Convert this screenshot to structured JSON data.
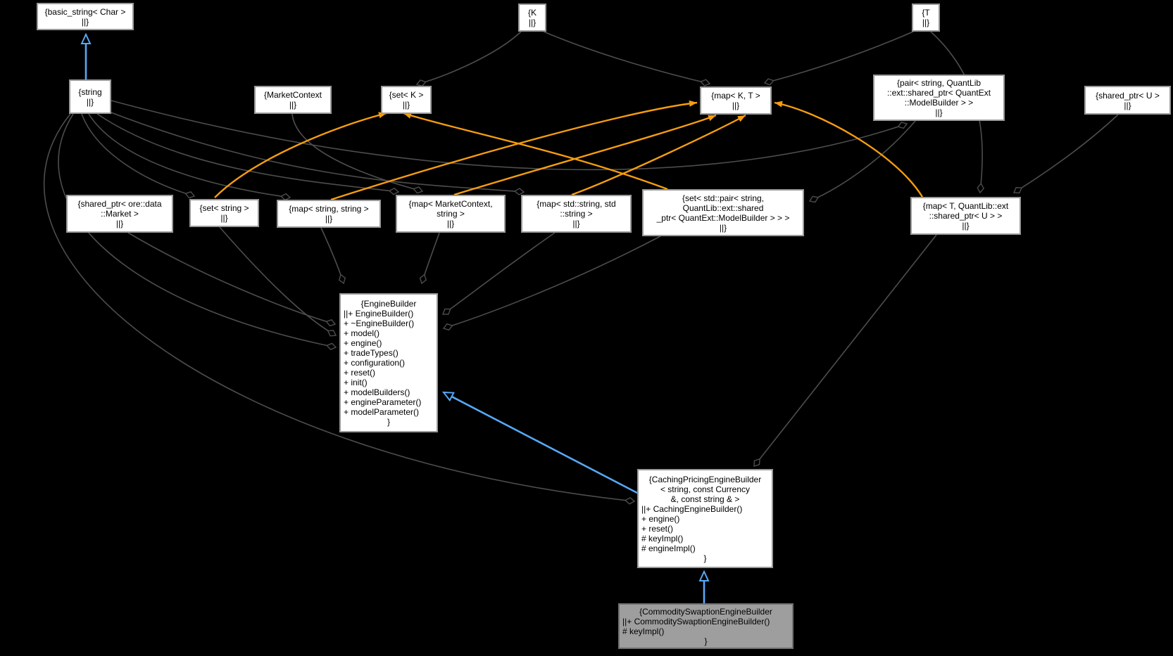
{
  "diagram": {
    "kind": "doxygen-uml-collaboration-graph",
    "colors": {
      "background": "#000000",
      "node_fill": "#ffffff",
      "node_border": "#9a9a9a",
      "highlighted_node_fill": "#9e9e9e",
      "aggregation_edge": "#4d4d4d",
      "template_edge": "#f59d0f",
      "inheritance_edge": "#57a8f5",
      "text": "#000000"
    },
    "nodes": [
      {
        "id": "basic_string",
        "highlighted": false,
        "lines": [
          "{basic_string< Char >",
          "||}"
        ]
      },
      {
        "id": "K",
        "highlighted": false,
        "lines": [
          "{K",
          "||}"
        ]
      },
      {
        "id": "T",
        "highlighted": false,
        "lines": [
          "{T",
          "||}"
        ]
      },
      {
        "id": "string",
        "highlighted": false,
        "lines": [
          "{string",
          "||}"
        ]
      },
      {
        "id": "MarketContext",
        "highlighted": false,
        "lines": [
          "{MarketContext",
          "||}"
        ]
      },
      {
        "id": "set_K",
        "highlighted": false,
        "lines": [
          "{set< K >",
          "||}"
        ]
      },
      {
        "id": "map_K_T",
        "highlighted": false,
        "lines": [
          "{map< K, T >",
          "||}"
        ]
      },
      {
        "id": "pair_string_modelbuilder",
        "highlighted": false,
        "lines": [
          "{pair< string, QuantLib",
          "::ext::shared_ptr< QuantExt",
          "::ModelBuilder > >",
          "||}"
        ]
      },
      {
        "id": "shared_ptr_U",
        "highlighted": false,
        "lines": [
          "{shared_ptr< U >",
          "||}"
        ]
      },
      {
        "id": "shared_ptr_market",
        "highlighted": false,
        "lines": [
          "{shared_ptr< ore::data",
          "::Market >",
          "||}"
        ]
      },
      {
        "id": "set_string",
        "highlighted": false,
        "lines": [
          "{set< string >",
          "||}"
        ]
      },
      {
        "id": "map_string_string",
        "highlighted": false,
        "lines": [
          "{map< string, string >",
          "||}"
        ]
      },
      {
        "id": "map_marketcontext_string",
        "highlighted": false,
        "lines": [
          "{map< MarketContext,",
          "string >",
          "||}"
        ]
      },
      {
        "id": "map_stdstring_stdstring",
        "highlighted": false,
        "lines": [
          "{map< std::string, std",
          "::string >",
          "||}"
        ]
      },
      {
        "id": "set_pair_modelbuilder",
        "highlighted": false,
        "lines": [
          "{set< std::pair< string,",
          "QuantLib::ext::shared",
          "_ptr< QuantExt::ModelBuilder > > >",
          "||}"
        ]
      },
      {
        "id": "map_T_shared_ptr_U",
        "highlighted": false,
        "lines": [
          "{map< T, QuantLib::ext",
          "::shared_ptr< U > >",
          "||}"
        ]
      },
      {
        "id": "EngineBuilder",
        "highlighted": false,
        "lines": [
          "{EngineBuilder",
          "||+ EngineBuilder()",
          "+ ~EngineBuilder()",
          "+ model()",
          "+ engine()",
          "+ tradeTypes()",
          "+ configuration()",
          "+ reset()",
          "+ init()",
          "+ modelBuilders()",
          "+ engineParameter()",
          "+ modelParameter()",
          "}"
        ]
      },
      {
        "id": "CachingPricingEngineBuilder",
        "highlighted": false,
        "lines": [
          "{CachingPricingEngineBuilder",
          "< string, const Currency",
          "&, const string & >",
          "||+ CachingEngineBuilder()",
          "+ engine()",
          "+ reset()",
          "# keyImpl()",
          "# engineImpl()",
          "}"
        ]
      },
      {
        "id": "CommoditySwaptionEngineBuilder",
        "highlighted": true,
        "lines": [
          "{CommoditySwaptionEngineBuilder",
          "||+ CommoditySwaptionEngineBuilder()",
          "# keyImpl()",
          "}"
        ]
      }
    ],
    "edges": [
      {
        "from": "string",
        "to": "basic_string",
        "relation": "inheritance"
      },
      {
        "from": "CachingPricingEngineBuilder",
        "to": "EngineBuilder",
        "relation": "inheritance"
      },
      {
        "from": "CommoditySwaptionEngineBuilder",
        "to": "CachingPricingEngineBuilder",
        "relation": "inheritance"
      },
      {
        "from": "set_string",
        "to": "set_K",
        "relation": "template-instance"
      },
      {
        "from": "set_pair_modelbuilder",
        "to": "set_K",
        "relation": "template-instance"
      },
      {
        "from": "map_string_string",
        "to": "map_K_T",
        "relation": "template-instance"
      },
      {
        "from": "map_marketcontext_string",
        "to": "map_K_T",
        "relation": "template-instance"
      },
      {
        "from": "map_stdstring_stdstring",
        "to": "map_K_T",
        "relation": "template-instance"
      },
      {
        "from": "map_T_shared_ptr_U",
        "to": "map_K_T",
        "relation": "template-instance"
      },
      {
        "from": "K",
        "to": "set_K",
        "relation": "aggregation"
      },
      {
        "from": "K",
        "to": "map_K_T",
        "relation": "aggregation"
      },
      {
        "from": "T",
        "to": "map_K_T",
        "relation": "aggregation"
      },
      {
        "from": "T",
        "to": "map_T_shared_ptr_U",
        "relation": "aggregation"
      },
      {
        "from": "shared_ptr_U",
        "to": "map_T_shared_ptr_U",
        "relation": "aggregation"
      },
      {
        "from": "string",
        "to": "set_string",
        "relation": "aggregation"
      },
      {
        "from": "string",
        "to": "map_string_string",
        "relation": "aggregation"
      },
      {
        "from": "string",
        "to": "map_marketcontext_string",
        "relation": "aggregation"
      },
      {
        "from": "string",
        "to": "map_stdstring_stdstring",
        "relation": "aggregation"
      },
      {
        "from": "string",
        "to": "pair_string_modelbuilder",
        "relation": "aggregation"
      },
      {
        "from": "MarketContext",
        "to": "map_marketcontext_string",
        "relation": "aggregation"
      },
      {
        "from": "pair_string_modelbuilder",
        "to": "set_pair_modelbuilder",
        "relation": "aggregation"
      },
      {
        "from": "shared_ptr_market",
        "to": "EngineBuilder",
        "relation": "aggregation"
      },
      {
        "from": "set_string",
        "to": "EngineBuilder",
        "relation": "aggregation"
      },
      {
        "from": "map_string_string",
        "to": "EngineBuilder",
        "relation": "aggregation"
      },
      {
        "from": "map_marketcontext_string",
        "to": "EngineBuilder",
        "relation": "aggregation"
      },
      {
        "from": "map_stdstring_stdstring",
        "to": "EngineBuilder",
        "relation": "aggregation"
      },
      {
        "from": "set_pair_modelbuilder",
        "to": "EngineBuilder",
        "relation": "aggregation"
      },
      {
        "from": "string",
        "to": "EngineBuilder",
        "relation": "aggregation"
      },
      {
        "from": "string",
        "to": "CachingPricingEngineBuilder",
        "relation": "aggregation"
      },
      {
        "from": "map_T_shared_ptr_U",
        "to": "CachingPricingEngineBuilder",
        "relation": "aggregation"
      }
    ]
  }
}
